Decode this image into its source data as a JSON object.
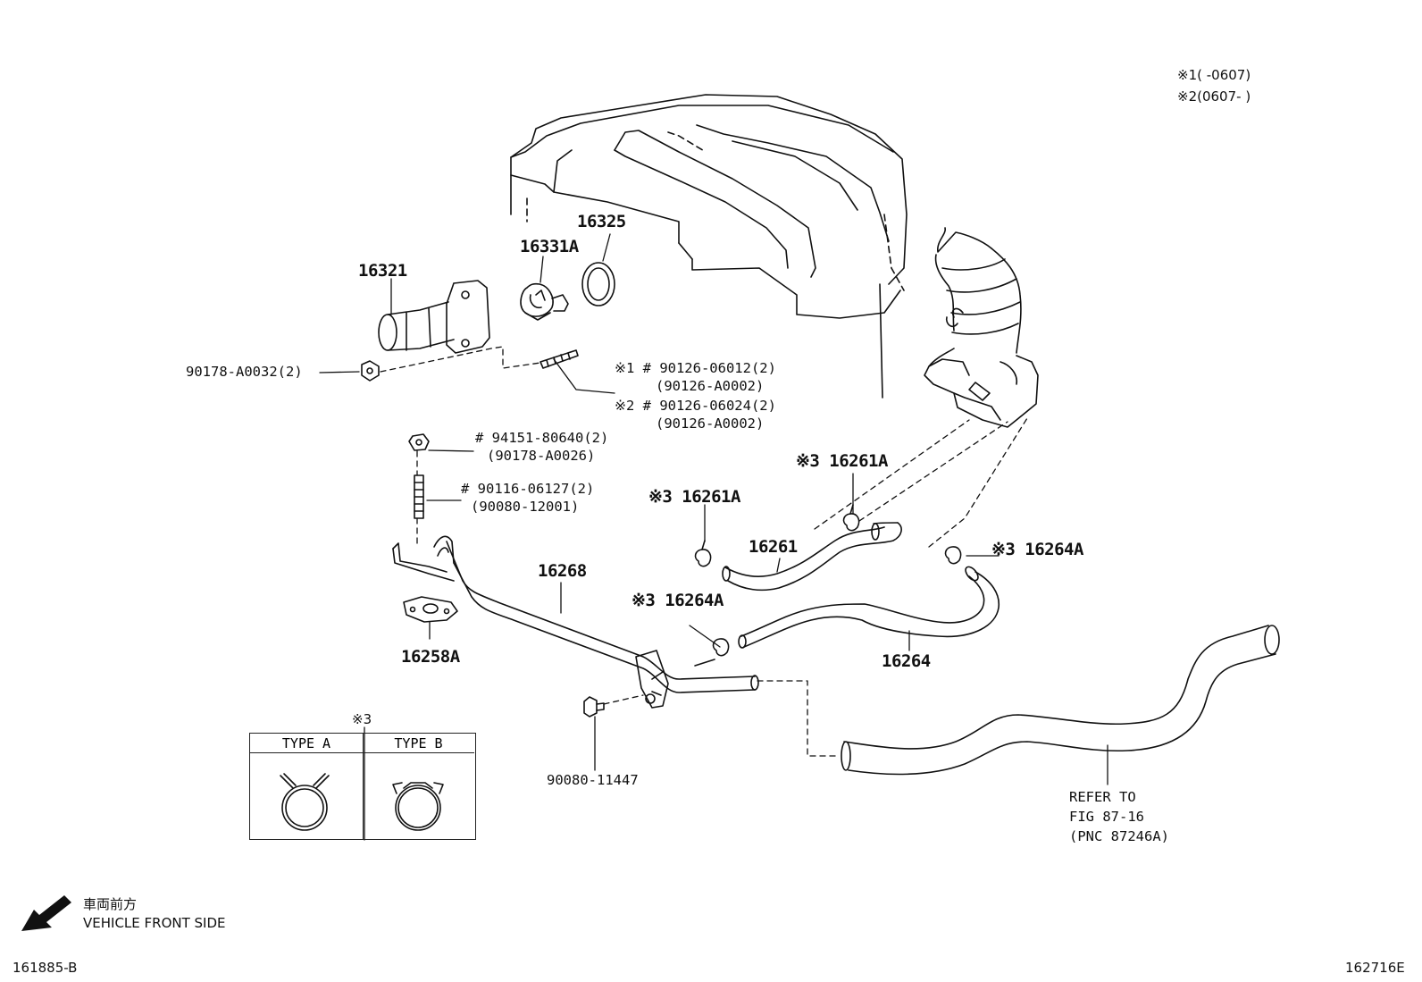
{
  "notes": {
    "mark1": "※1(      -0607)",
    "mark2": "※2(0607-      )"
  },
  "parts": {
    "p16321": "16321",
    "p16331a": "16331A",
    "p16325": "16325",
    "p90178_a0032": "90178-A0032(2)",
    "p90126_06012": "※1 # 90126-06012(2)",
    "p90126_a0002_a": "(90126-A0002)",
    "p90126_06024": "※2 # 90126-06024(2)",
    "p90126_a0002_b": "(90126-A0002)",
    "p94151": "# 94151-80640(2)",
    "p90178_a0026": "(90178-A0026)",
    "p90116": "# 90116-06127(2)",
    "p90080_12001": "(90080-12001)",
    "p16261a_1": "※3 16261A",
    "p16261a_2": "※3 16261A",
    "p16261": "16261",
    "p16268": "16268",
    "p16258a": "16258A",
    "p16264a_1": "※3 16264A",
    "p16264a_2": "※3 16264A",
    "p16264": "16264",
    "p90080_11447": "90080-11447",
    "refer1": "REFER TO",
    "refer2": "FIG 87-16",
    "refer3": "(PNC 87246A)"
  },
  "legend": {
    "mark": "※3",
    "type_a": "TYPE A",
    "type_b": "TYPE B"
  },
  "orientation": {
    "jp": "車両前方",
    "en": "VEHICLE FRONT SIDE"
  },
  "footer": {
    "left_code": "161885-B",
    "right_code": "162716E"
  }
}
